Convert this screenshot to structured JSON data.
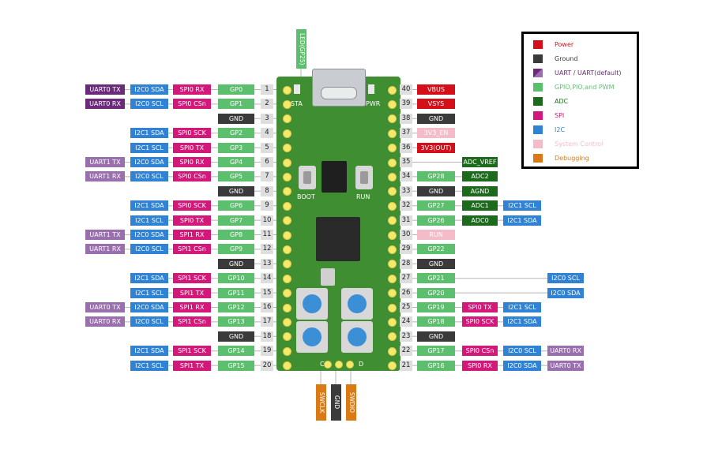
{
  "colors": {
    "power": "#d40f1a",
    "ground": "#3a3a3a",
    "uart": "#6b2b7a",
    "uart_default": "#9a6fae",
    "gpio": "#5cbf6d",
    "adc": "#1c6a1c",
    "spi": "#d4187a",
    "i2c": "#2f82d4",
    "system": "#f4bcc8",
    "debug": "#d97a17",
    "board": "#3f8e32"
  },
  "legend": [
    {
      "label": "Power",
      "type": "power"
    },
    {
      "label": "Ground",
      "type": "ground"
    },
    {
      "label": "UART / UART(default)",
      "type": "uartsplit"
    },
    {
      "label": "GPIO,PIO,and PWM",
      "type": "gpio"
    },
    {
      "label": "ADC",
      "type": "adc"
    },
    {
      "label": "SPI",
      "type": "spi"
    },
    {
      "label": "I2C",
      "type": "i2c"
    },
    {
      "label": "System Control",
      "type": "system"
    },
    {
      "label": "Debugging",
      "type": "debug"
    }
  ],
  "left_pins": [
    {
      "num": "1",
      "labels": [
        {
          "t": "UART0 TX",
          "c": "uart"
        },
        {
          "t": "I2C0 SDA",
          "c": "i2c"
        },
        {
          "t": "SPI0 RX",
          "c": "spi"
        },
        {
          "t": "GP0",
          "c": "gpio"
        }
      ]
    },
    {
      "num": "2",
      "labels": [
        {
          "t": "UART0 RX",
          "c": "uart"
        },
        {
          "t": "I2C0 SCL",
          "c": "i2c"
        },
        {
          "t": "SPI0 CSn",
          "c": "spi"
        },
        {
          "t": "GP1",
          "c": "gpio"
        }
      ]
    },
    {
      "num": "3",
      "labels": [
        {
          "t": "GND",
          "c": "ground"
        }
      ]
    },
    {
      "num": "4",
      "labels": [
        {
          "t": "I2C1 SDA",
          "c": "i2c"
        },
        {
          "t": "SPI0 SCK",
          "c": "spi"
        },
        {
          "t": "GP2",
          "c": "gpio"
        }
      ]
    },
    {
      "num": "5",
      "labels": [
        {
          "t": "I2C1 SCL",
          "c": "i2c"
        },
        {
          "t": "SPI0 TX",
          "c": "spi"
        },
        {
          "t": "GP3",
          "c": "gpio"
        }
      ]
    },
    {
      "num": "6",
      "labels": [
        {
          "t": "UART1 TX",
          "c": "uartdef"
        },
        {
          "t": "I2C0 SDA",
          "c": "i2c"
        },
        {
          "t": "SPI0 RX",
          "c": "spi"
        },
        {
          "t": "GP4",
          "c": "gpio"
        }
      ]
    },
    {
      "num": "7",
      "labels": [
        {
          "t": "UART1 RX",
          "c": "uartdef"
        },
        {
          "t": "I2C0 SCL",
          "c": "i2c"
        },
        {
          "t": "SPI0 CSn",
          "c": "spi"
        },
        {
          "t": "GP5",
          "c": "gpio"
        }
      ]
    },
    {
      "num": "8",
      "labels": [
        {
          "t": "GND",
          "c": "ground"
        }
      ]
    },
    {
      "num": "9",
      "labels": [
        {
          "t": "I2C1 SDA",
          "c": "i2c"
        },
        {
          "t": "SPI0 SCK",
          "c": "spi"
        },
        {
          "t": "GP6",
          "c": "gpio"
        }
      ]
    },
    {
      "num": "10",
      "labels": [
        {
          "t": "I2C1 SCL",
          "c": "i2c"
        },
        {
          "t": "SPI0 TX",
          "c": "spi"
        },
        {
          "t": "GP7",
          "c": "gpio"
        }
      ]
    },
    {
      "num": "11",
      "labels": [
        {
          "t": "UART1 TX",
          "c": "uartdef"
        },
        {
          "t": "I2C0 SDA",
          "c": "i2c"
        },
        {
          "t": "SPI1 RX",
          "c": "spi"
        },
        {
          "t": "GP8",
          "c": "gpio"
        }
      ]
    },
    {
      "num": "12",
      "labels": [
        {
          "t": "UART1 RX",
          "c": "uartdef"
        },
        {
          "t": "I2C0 SCL",
          "c": "i2c"
        },
        {
          "t": "SPI1 CSn",
          "c": "spi"
        },
        {
          "t": "GP9",
          "c": "gpio"
        }
      ]
    },
    {
      "num": "13",
      "labels": [
        {
          "t": "GND",
          "c": "ground"
        }
      ]
    },
    {
      "num": "14",
      "labels": [
        {
          "t": "I2C1 SDA",
          "c": "i2c"
        },
        {
          "t": "SPI1 SCK",
          "c": "spi"
        },
        {
          "t": "GP10",
          "c": "gpio"
        }
      ]
    },
    {
      "num": "15",
      "labels": [
        {
          "t": "I2C1 SCL",
          "c": "i2c"
        },
        {
          "t": "SPI1 TX",
          "c": "spi"
        },
        {
          "t": "GP11",
          "c": "gpio"
        }
      ]
    },
    {
      "num": "16",
      "labels": [
        {
          "t": "UART0 TX",
          "c": "uartdef"
        },
        {
          "t": "I2C0 SDA",
          "c": "i2c"
        },
        {
          "t": "SPI1 RX",
          "c": "spi"
        },
        {
          "t": "GP12",
          "c": "gpio"
        }
      ]
    },
    {
      "num": "17",
      "labels": [
        {
          "t": "UART0 RX",
          "c": "uartdef"
        },
        {
          "t": "I2C0 SCL",
          "c": "i2c"
        },
        {
          "t": "SPI1 CSn",
          "c": "spi"
        },
        {
          "t": "GP13",
          "c": "gpio"
        }
      ]
    },
    {
      "num": "18",
      "labels": [
        {
          "t": "GND",
          "c": "ground"
        }
      ]
    },
    {
      "num": "19",
      "labels": [
        {
          "t": "I2C1 SDA",
          "c": "i2c"
        },
        {
          "t": "SPI1 SCK",
          "c": "spi"
        },
        {
          "t": "GP14",
          "c": "gpio"
        }
      ]
    },
    {
      "num": "20",
      "labels": [
        {
          "t": "I2C1 SCL",
          "c": "i2c"
        },
        {
          "t": "SPI1 TX",
          "c": "spi"
        },
        {
          "t": "GP15",
          "c": "gpio"
        }
      ]
    }
  ],
  "right_pins": [
    {
      "num": "40",
      "labels": [
        {
          "t": "VBUS",
          "c": "power"
        }
      ]
    },
    {
      "num": "39",
      "labels": [
        {
          "t": "VSYS",
          "c": "power"
        }
      ]
    },
    {
      "num": "38",
      "labels": [
        {
          "t": "GND",
          "c": "ground"
        }
      ]
    },
    {
      "num": "37",
      "labels": [
        {
          "t": "3V3_EN",
          "c": "system"
        }
      ]
    },
    {
      "num": "36",
      "labels": [
        {
          "t": "3V3(OUT)",
          "c": "power"
        }
      ]
    },
    {
      "num": "35",
      "labels": [
        {
          "t": "ADC_VREF",
          "c": "adc",
          "col": 1
        }
      ]
    },
    {
      "num": "34",
      "labels": [
        {
          "t": "GP28",
          "c": "gpio"
        },
        {
          "t": "ADC2",
          "c": "adc"
        }
      ]
    },
    {
      "num": "33",
      "labels": [
        {
          "t": "GND",
          "c": "ground"
        },
        {
          "t": "AGND",
          "c": "adc"
        }
      ]
    },
    {
      "num": "32",
      "labels": [
        {
          "t": "GP27",
          "c": "gpio"
        },
        {
          "t": "ADC1",
          "c": "adc"
        },
        {
          "t": "I2C1 SCL",
          "c": "i2c"
        }
      ]
    },
    {
      "num": "31",
      "labels": [
        {
          "t": "GP26",
          "c": "gpio"
        },
        {
          "t": "ADC0",
          "c": "adc"
        },
        {
          "t": "I2C1 SDA",
          "c": "i2c"
        }
      ]
    },
    {
      "num": "30",
      "labels": [
        {
          "t": "RUN",
          "c": "system"
        }
      ]
    },
    {
      "num": "29",
      "labels": [
        {
          "t": "GP22",
          "c": "gpio"
        }
      ]
    },
    {
      "num": "28",
      "labels": [
        {
          "t": "GND",
          "c": "ground"
        }
      ]
    },
    {
      "num": "27",
      "labels": [
        {
          "t": "GP21",
          "c": "gpio"
        },
        {
          "t": "I2C0 SCL",
          "c": "i2c",
          "col": 3
        }
      ]
    },
    {
      "num": "26",
      "labels": [
        {
          "t": "GP20",
          "c": "gpio"
        },
        {
          "t": "I2C0 SDA",
          "c": "i2c",
          "col": 3
        }
      ]
    },
    {
      "num": "25",
      "labels": [
        {
          "t": "GP19",
          "c": "gpio"
        },
        {
          "t": "SPI0 TX",
          "c": "spi"
        },
        {
          "t": "I2C1 SCL",
          "c": "i2c"
        }
      ]
    },
    {
      "num": "24",
      "labels": [
        {
          "t": "GP18",
          "c": "gpio"
        },
        {
          "t": "SPI0 SCK",
          "c": "spi"
        },
        {
          "t": "I2C1 SDA",
          "c": "i2c"
        }
      ]
    },
    {
      "num": "23",
      "labels": [
        {
          "t": "GND",
          "c": "ground"
        }
      ]
    },
    {
      "num": "22",
      "labels": [
        {
          "t": "GP17",
          "c": "gpio"
        },
        {
          "t": "SPI0 CSn",
          "c": "spi"
        },
        {
          "t": "I2C0 SCL",
          "c": "i2c"
        },
        {
          "t": "UART0 RX",
          "c": "uartdef"
        }
      ]
    },
    {
      "num": "21",
      "labels": [
        {
          "t": "GP16",
          "c": "gpio"
        },
        {
          "t": "SPI0 RX",
          "c": "spi"
        },
        {
          "t": "I2C0 SDA",
          "c": "i2c"
        },
        {
          "t": "UART0 TX",
          "c": "uartdef"
        }
      ]
    }
  ],
  "top_label": {
    "t": "LED(GP25)",
    "c": "gpio"
  },
  "bottom_labels": [
    {
      "t": "SWCLK",
      "c": "debug"
    },
    {
      "t": "GND",
      "c": "ground"
    },
    {
      "t": "SWDIO",
      "c": "debug"
    }
  ],
  "board_text": {
    "sta": "STA",
    "pwr": "PWR",
    "boot": "BOOT",
    "run": "RUN",
    "c": "C",
    "d": "D"
  }
}
